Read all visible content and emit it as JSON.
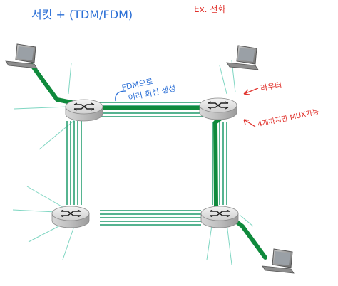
{
  "annotations": {
    "top_left": "서킷 + (TDM/FDM)",
    "top_right": "Ex. 전화",
    "fdm_line1": "FDM으로",
    "fdm_line2": "여러 회선 생성",
    "switch_label": "라우터",
    "mux_note": "4개까지만 MUX가능"
  },
  "colors": {
    "link_green": "#1e9a6b",
    "path_green": "#0f8a3c",
    "note_blue": "#2b6fd6",
    "note_red": "#e0302a",
    "spoke": "#7fd6c2"
  },
  "icons": [
    "router-icon",
    "laptop-icon"
  ]
}
